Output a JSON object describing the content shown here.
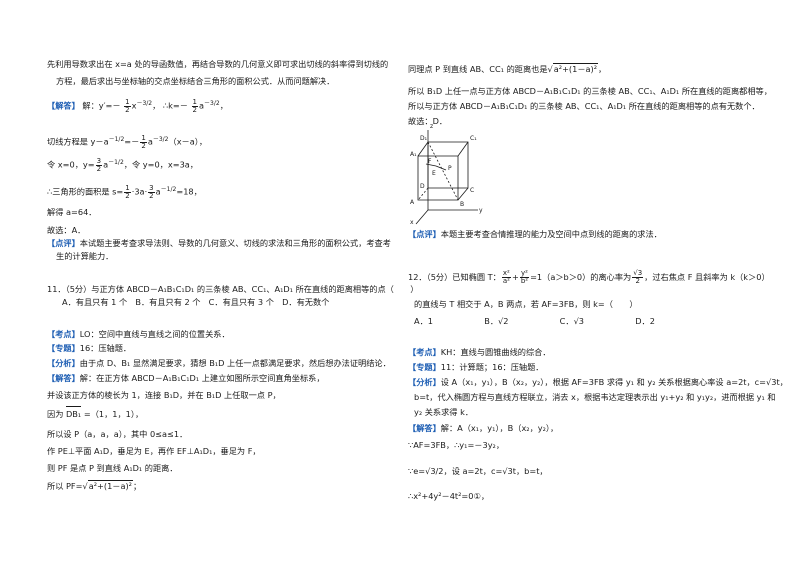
{
  "left": {
    "intro1": "先利用导数求出在 x=a 处的导函数值，再结合导数的几何意义即可求出切线的斜率得到切线的",
    "intro2": "方程，最后求出与坐标轴的交点坐标结合三角形的面积公式．从而问题解决．",
    "jieda_tag": "【解答】",
    "jieda_text": "解：y′=－",
    "jieda_tail": "∴k=－",
    "tangent_line": "切线方程是 y－",
    "tangent_tail": "（x－a），",
    "let_line_a": "令 x=0，y=",
    "let_line_b": "，令 y=0，x=3a，",
    "area_line_a": "∴三角形的面积是 s=",
    "area_line_b": "·3a·",
    "area_line_c": "=18，",
    "solve_a": "解得 a=64．",
    "choose_a": "故选：A．",
    "dianping_tag": "【点评】",
    "dianping_text1": "本试题主要考查求导法则、导数的几何意义、切线的求法和三角形的面积公式，考查考",
    "dianping_text2": "生的计算能力．",
    "q11_line1": "11．（5分）与正方体 ABCD－A₁B₁C₁D₁ 的三条棱 AB、CC₁、A₁D₁ 所在直线的距离相等的点（　　）",
    "q11_opts": "A．有且只有 1 个　B．有且只有 2 个　C．有且只有 3 个　D．有无数个",
    "kaodian_tag": "【考点】",
    "kaodian_text": "LO：空间中直线与直线之间的位置关系．",
    "zhuanti_tag": "【专题】",
    "zhuanti_text": "16：压轴题．",
    "fenxi_tag": "【分析】",
    "fenxi_text": "由于点 D、B₁ 显然满足要求，猜想 B₁D 上任一点都满足要求，然后想办法证明结论．",
    "jieda2_tag": "【解答】",
    "jieda2_text": "解：在正方体 ABCD－A₁B₁C₁D₁ 上建立如图所示空间直角坐标系，",
    "set_edge": "并设该正方体的棱长为 1，连接 B₁D，并在 B₁D 上任取一点 P，",
    "because_a": "因为",
    "because_vec": "DB₁",
    "because_b": "=（1，1，1），",
    "soP": "所以设 P（a，a，a），其中 0≤a≤1．",
    "pe_line": "作 PE⊥平面 A₁D，垂足为 E，再作 EF⊥A₁D₁，垂足为 F，",
    "pf_line": "则 PF 是点 P 到直线 A₁D₁ 的距离．",
    "sopf_a": "所以 PF=",
    "sopf_rad": "a²+(1－a)²",
    "sopf_b": "；"
  },
  "right": {
    "same_a": "同理点 P 到直线 AB、CC₁ 的距离也是",
    "same_rad": "a²+(1－a)²",
    "same_b": "，",
    "so_b1d": "所以 B₁D 上任一点与正方体 ABCD－A₁B₁C₁D₁ 的三条棱 AB、CC₁、A₁D₁ 所在直线的距离都相等，",
    "so_inf": "所以与正方体 ABCD－A₁B₁C₁D₁ 的三条棱 AB、CC₁、A₁D₁ 所在直线的距离相等的点有无数个．",
    "choose_d": "故选：D．",
    "fig_labels": {
      "z": "z",
      "D1": "D₁",
      "C1": "C₁",
      "A1": "A₁",
      "F": "F",
      "P": "P",
      "E": "E",
      "D": "D",
      "C": "C",
      "A": "A",
      "B": "B",
      "y": "y",
      "x": "x"
    },
    "dianping_tag": "【点评】",
    "dianping_text": "本题主要考查合情推理的能力及空间中点到线的距离的求法．",
    "q12_a": "12．（5分）已知椭圆 T：",
    "q12_b": "=1（a＞b＞0）的离心率为",
    "q12_c": "，过右焦点 F 且斜率为 k（k＞0）",
    "q12_line2": "的直线与 T 相交于 A，B 两点，若 AF=3FB，则 k=（　　）",
    "q12_opts_a": "A．1",
    "q12_opts_b": "B．√2",
    "q12_opts_c": "C．√3",
    "q12_opts_d": "D．2",
    "kaodian_tag": "【考点】",
    "kaodian_text": "KH：直线与圆锥曲线的综合．",
    "zhuanti_tag": "【专题】",
    "zhuanti_text": "11：计算题；16：压轴题．",
    "fenxi_tag": "【分析】",
    "fenxi_text1": "设 A（x₁，y₁），B（x₂，y₂），根据 AF=3FB 求得 y₁ 和 y₂ 关系根据离心率设 a=2t，c=√3t，",
    "fenxi_text2": "b=t，代入椭圆方程与直线方程联立，消去 x，根据韦达定理表示出 y₁+y₂ 和 y₁y₂，进而根据 y₁ 和",
    "fenxi_text3": "y₂ 关系求得 k．",
    "jieda_tag": "【解答】",
    "jieda_text": "解：A（x₁，y₁），B（x₂，y₂），",
    "because_line": "∵AF=3FB，∴y₁=－3y₂，",
    "e_line": "∵e=√3/2，设 a=2t，c=√3t，b=t，",
    "eq_line": "∴x²+4y²－4t²=0①，"
  }
}
